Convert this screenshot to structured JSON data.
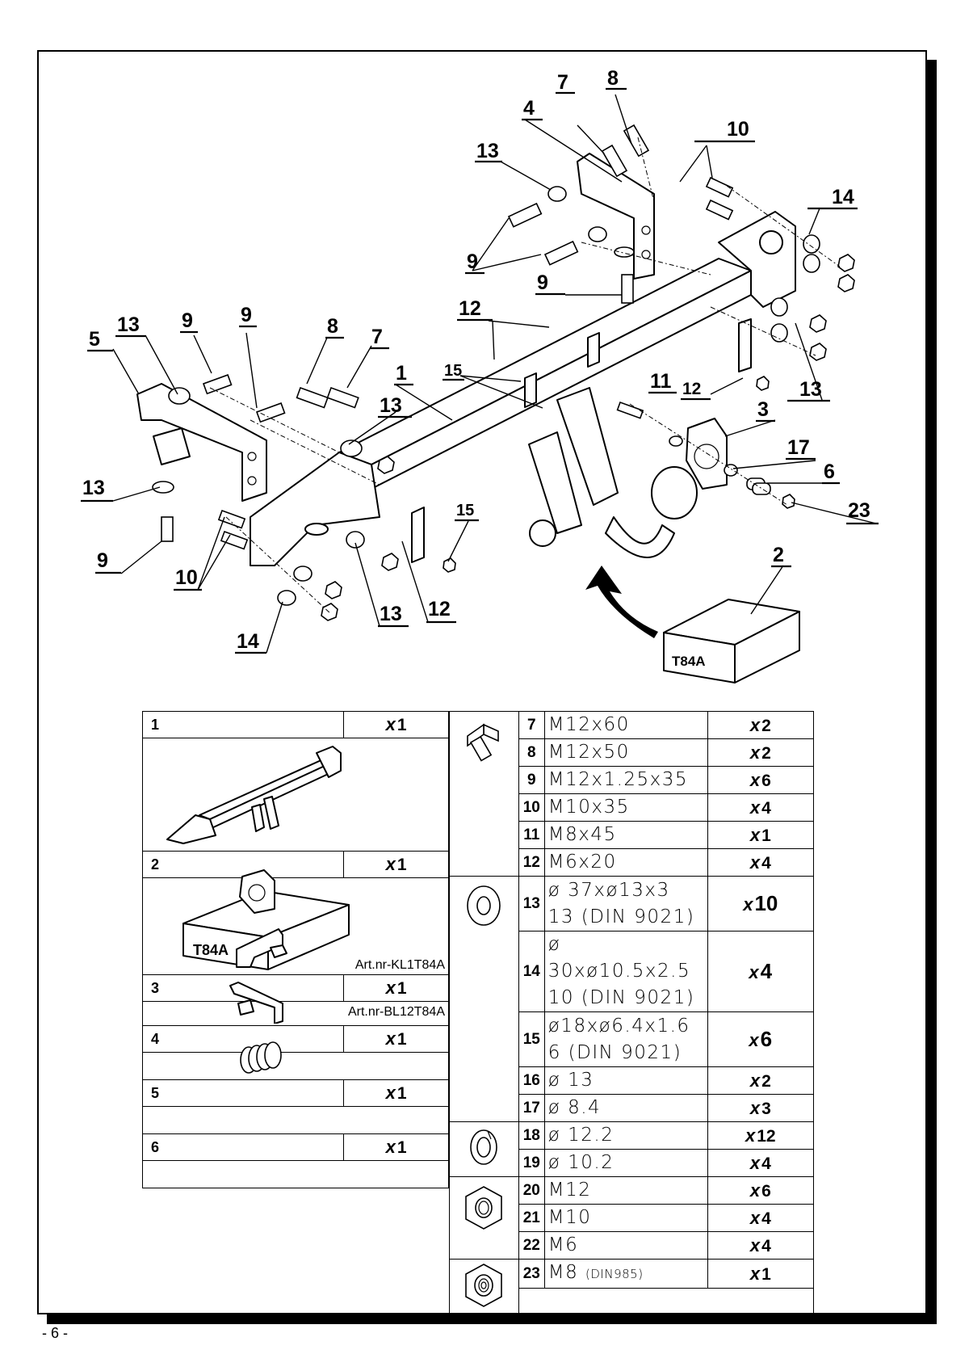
{
  "page_number": "- 6 -",
  "box_label": "T84A",
  "callouts": [
    {
      "id": "c7",
      "text": "7"
    },
    {
      "id": "c8",
      "text": "8"
    },
    {
      "id": "c4",
      "text": "4"
    },
    {
      "id": "c10a",
      "text": "10"
    },
    {
      "id": "c13a",
      "text": "13"
    },
    {
      "id": "c14a",
      "text": "14"
    },
    {
      "id": "c9a",
      "text": "9"
    },
    {
      "id": "c9b",
      "text": "9"
    },
    {
      "id": "c12a",
      "text": "12"
    },
    {
      "id": "c13b",
      "text": "13"
    },
    {
      "id": "c9c",
      "text": "9"
    },
    {
      "id": "c9d",
      "text": "9"
    },
    {
      "id": "c8b",
      "text": "8"
    },
    {
      "id": "c5",
      "text": "5"
    },
    {
      "id": "c7b",
      "text": "7"
    },
    {
      "id": "c1",
      "text": "1"
    },
    {
      "id": "c15a",
      "text": "15"
    },
    {
      "id": "c11",
      "text": "11"
    },
    {
      "id": "c12b",
      "text": "12"
    },
    {
      "id": "c13c",
      "text": "13"
    },
    {
      "id": "c13d",
      "text": "13"
    },
    {
      "id": "c3",
      "text": "3"
    },
    {
      "id": "c17",
      "text": "17"
    },
    {
      "id": "c6",
      "text": "6"
    },
    {
      "id": "c23",
      "text": "23"
    },
    {
      "id": "c13e",
      "text": "13"
    },
    {
      "id": "c15b",
      "text": "15"
    },
    {
      "id": "c9e",
      "text": "9"
    },
    {
      "id": "c10b",
      "text": "10"
    },
    {
      "id": "c13f",
      "text": "13"
    },
    {
      "id": "c12c",
      "text": "12"
    },
    {
      "id": "c2",
      "text": "2"
    },
    {
      "id": "c14b",
      "text": "14"
    }
  ],
  "left_table": {
    "rows": [
      {
        "num": "1",
        "qty_prefix": "x",
        "qty": "1",
        "art": ""
      },
      {
        "num": "2",
        "qty_prefix": "x",
        "qty": "1",
        "art": "Art.nr-KL1T84A"
      },
      {
        "num": "3",
        "qty_prefix": "x",
        "qty": "1",
        "art": "Art.nr-BL12T84A"
      },
      {
        "num": "4",
        "qty_prefix": "x",
        "qty": "1",
        "art": ""
      },
      {
        "num": "5",
        "qty_prefix": "x",
        "qty": "1",
        "art": ""
      },
      {
        "num": "6",
        "qty_prefix": "x",
        "qty": "1",
        "art": ""
      }
    ]
  },
  "right_table": {
    "rows": [
      {
        "num": "7",
        "desc": "M12x60",
        "desc2": "",
        "qty": "2"
      },
      {
        "num": "8",
        "desc": "M12x50",
        "desc2": "",
        "qty": "2"
      },
      {
        "num": "9",
        "desc": "M12x1.25x35",
        "desc2": "",
        "qty": "6"
      },
      {
        "num": "10",
        "desc": "M10x35",
        "desc2": "",
        "qty": "4"
      },
      {
        "num": "11",
        "desc": "M8x45",
        "desc2": "",
        "qty": "1"
      },
      {
        "num": "12",
        "desc": "M6x20",
        "desc2": "",
        "qty": "4"
      },
      {
        "num": "13",
        "desc": "ø 37xø13x3",
        "desc2": "13   (DIN 9021)",
        "qty": "10"
      },
      {
        "num": "14",
        "desc": "ø 30xø10.5x2.5",
        "desc2": "10   (DIN 9021)",
        "qty": "4"
      },
      {
        "num": "15",
        "desc": "ø18xø6.4x1.6",
        "desc2": "6    (DIN 9021)",
        "qty": "6"
      },
      {
        "num": "16",
        "desc": "ø 13",
        "desc2": "",
        "qty": "2"
      },
      {
        "num": "17",
        "desc": "ø 8.4",
        "desc2": "",
        "qty": "3"
      },
      {
        "num": "18",
        "desc": "ø 12.2",
        "desc2": "",
        "qty": "12"
      },
      {
        "num": "19",
        "desc": "ø 10.2",
        "desc2": "",
        "qty": "4"
      },
      {
        "num": "20",
        "desc": "M12",
        "desc2": "",
        "qty": "6"
      },
      {
        "num": "21",
        "desc": "M10",
        "desc2": "",
        "qty": "4"
      },
      {
        "num": "22",
        "desc": "M6",
        "desc2": "",
        "qty": "4"
      },
      {
        "num": "23",
        "desc": "M8",
        "desc_small": "(DIN985)",
        "desc2": "",
        "qty": "1"
      }
    ],
    "qty_prefix": "x"
  },
  "icons": [
    "bolt-icon",
    "flat-washer-icon",
    "spring-washer-icon",
    "hex-nut-icon",
    "lock-nut-icon"
  ]
}
